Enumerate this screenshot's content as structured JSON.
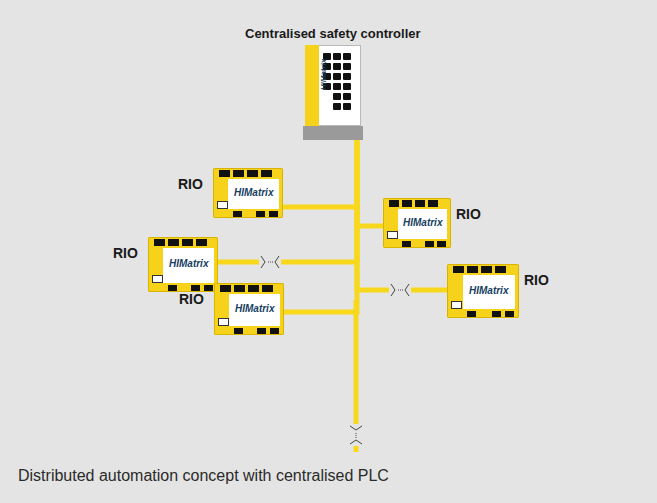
{
  "diagram": {
    "caption": "Distributed automation concept with centralised PLC",
    "nodes": [
      {
        "text": [
          "Centralised safety controller",
          "HIMatrix"
        ]
      },
      {
        "text": [
          "RIO",
          "HIMatrix"
        ]
      },
      {
        "text": [
          "RIO",
          "HIMatrix"
        ]
      },
      {
        "text": [
          "RIO",
          "HIMatrix"
        ]
      },
      {
        "text": [
          "RIO",
          "HIMatrix"
        ]
      },
      {
        "text": [
          "RIO",
          "HIMatrix"
        ]
      }
    ],
    "edges": [
      {
        "from": 0,
        "to": 1,
        "arrow": "none"
      },
      {
        "from": 0,
        "to": 2,
        "arrow": "none"
      },
      {
        "from": 0,
        "to": 3,
        "arrow": "none"
      },
      {
        "from": 0,
        "to": 4,
        "arrow": "none"
      },
      {
        "from": 0,
        "to": 5,
        "arrow": "none"
      }
    ]
  }
}
